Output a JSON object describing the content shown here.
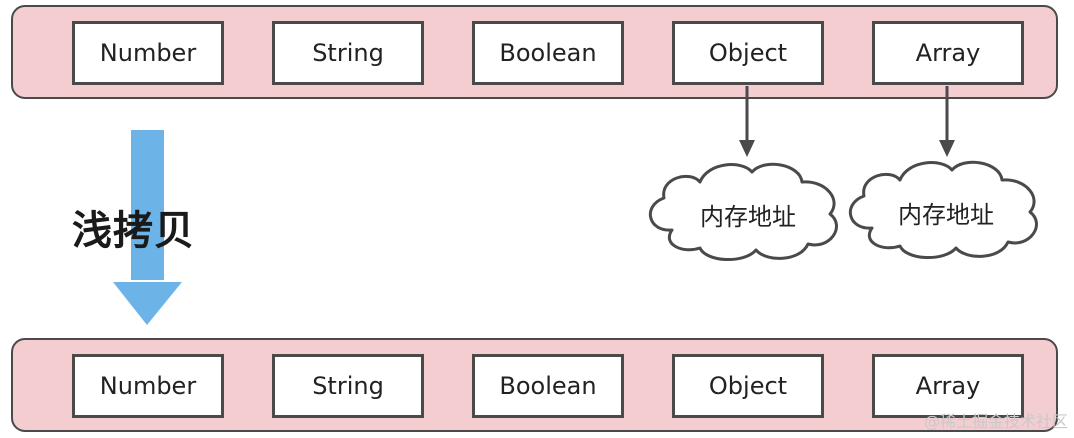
{
  "top_row": {
    "items": [
      "Number",
      "String",
      "Boolean",
      "Object",
      "Array"
    ]
  },
  "bottom_row": {
    "items": [
      "Number",
      "String",
      "Boolean",
      "Object",
      "Array"
    ]
  },
  "shallow_copy_label": "浅拷贝",
  "memory_address_label_1": "内存地址",
  "memory_address_label_2": "内存地址",
  "watermark": "@稀土掘金技术社区",
  "colors": {
    "row_fill": "#f4cdd1",
    "border": "#4a4a4a",
    "arrow_blue": "#6cb4e8"
  }
}
